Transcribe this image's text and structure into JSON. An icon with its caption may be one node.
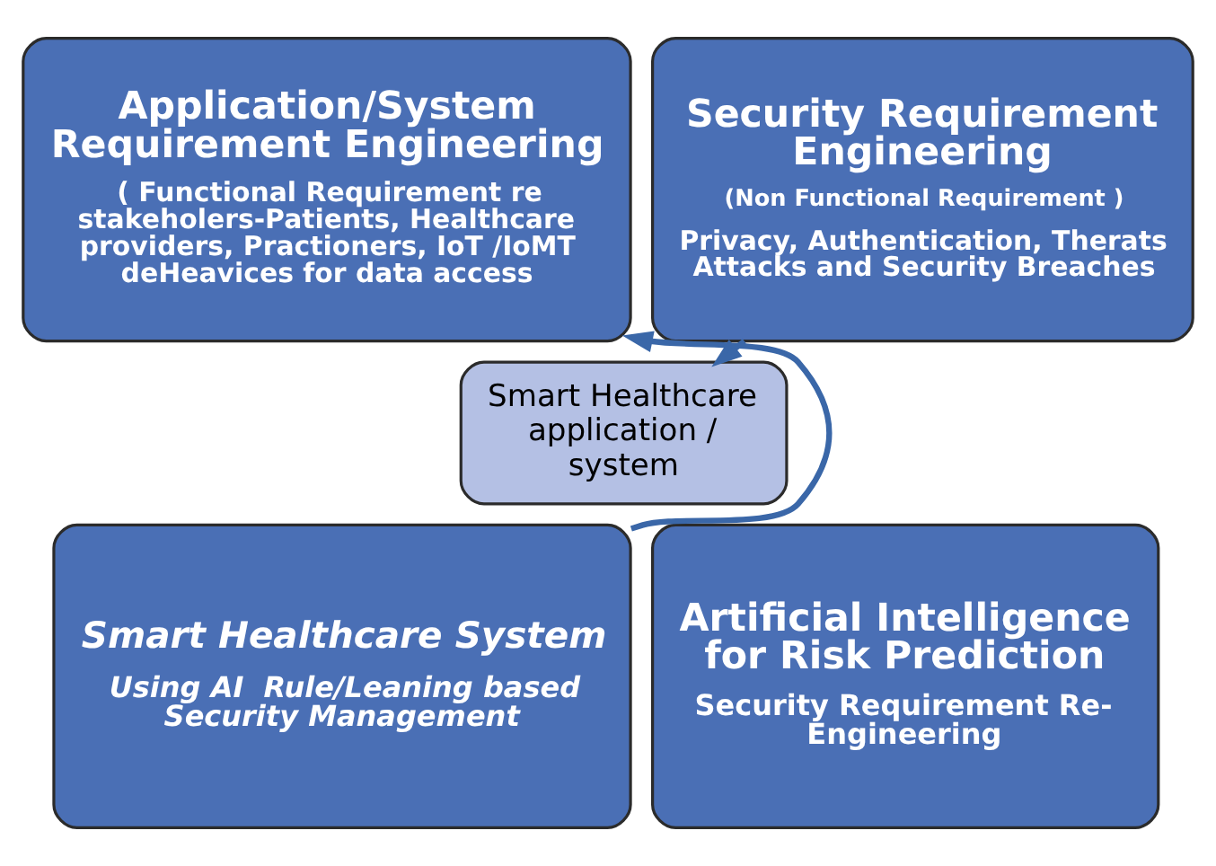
{
  "diagram": {
    "nodes": [
      {
        "text": [
          "Application/System Requirement Engineering",
          "( Functional Requirement re stakeholers-Patients, Healthcare providers, Practioners, IoT /IoMT deHeavices for data access"
        ]
      },
      {
        "text": [
          "Security Requirement Engineering",
          "(Non Functional Requirement )",
          "Privacy, Authentication, Therats Attacks and Security Breaches"
        ]
      },
      {
        "text": [
          "Smart Healthcare application / system"
        ]
      },
      {
        "text": [
          "Smart Healthcare System",
          "Using AI  Rule/Leaning based Security Management"
        ]
      },
      {
        "text": [
          "Artificial Intelligence for Risk Prediction",
          "Security Requirement Re-Engineering"
        ]
      }
    ],
    "edges": [
      {
        "from": 3,
        "to": 0,
        "arrow": "to"
      },
      {
        "from": 1,
        "to": 2,
        "arrow": "to"
      }
    ]
  }
}
